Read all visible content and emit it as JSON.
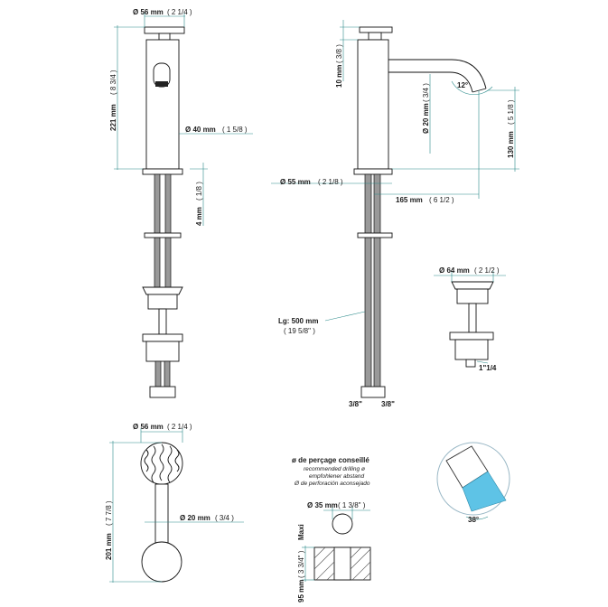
{
  "views": {
    "front": {
      "top_dia": "Ø 56 mm",
      "top_dia_in": "( 2 1/4 )",
      "height": "221 mm",
      "height_in": "( 8 3/4 )",
      "body_dia": "Ø 40 mm",
      "body_dia_in": "( 1 5/8 )",
      "thickness": "4 mm",
      "thickness_in": "( 1/8 )"
    },
    "side": {
      "handle_h": "10 mm",
      "handle_h_in": "( 3/8 )",
      "spout_dia": "Ø 20 mm",
      "spout_dia_in": "( 3/4 )",
      "angle": "12°",
      "spout_h": "130 mm",
      "spout_h_in": "( 5 1/8 )",
      "base_dia": "Ø 55 mm",
      "base_dia_in": "( 2 1/8 )",
      "reach": "165 mm",
      "reach_in": "( 6 1/2 )",
      "hose_len": "Lg: 500 mm",
      "hose_len_in": "( 19 5/8\" )",
      "conn_left": "3/8\"",
      "conn_right": "3/8\""
    },
    "drain": {
      "dia": "Ø 64 mm",
      "dia_in": "( 2 1/2 )",
      "thread": "1\"1/4"
    },
    "top": {
      "dia": "Ø 56 mm",
      "dia_in": "( 2 1/4 )",
      "length": "201 mm",
      "length_in": "( 7 7/8 )",
      "spout_dia": "Ø 20 mm",
      "spout_dia_in": "( 3/4 )"
    },
    "drilling": {
      "title": "ø de perçage conseillé",
      "en": "recommended drilling ø",
      "de": "empfohlener abstand",
      "es": "Ø de perforación aconsejado",
      "hole_dia": "Ø 35 mm",
      "hole_dia_in": "( 1 3/8\" )",
      "maxi": "Maxi",
      "max_thick": "95 mm",
      "max_thick_in": "( 3 3/4\" )"
    },
    "spray": {
      "angle": "38°"
    }
  }
}
